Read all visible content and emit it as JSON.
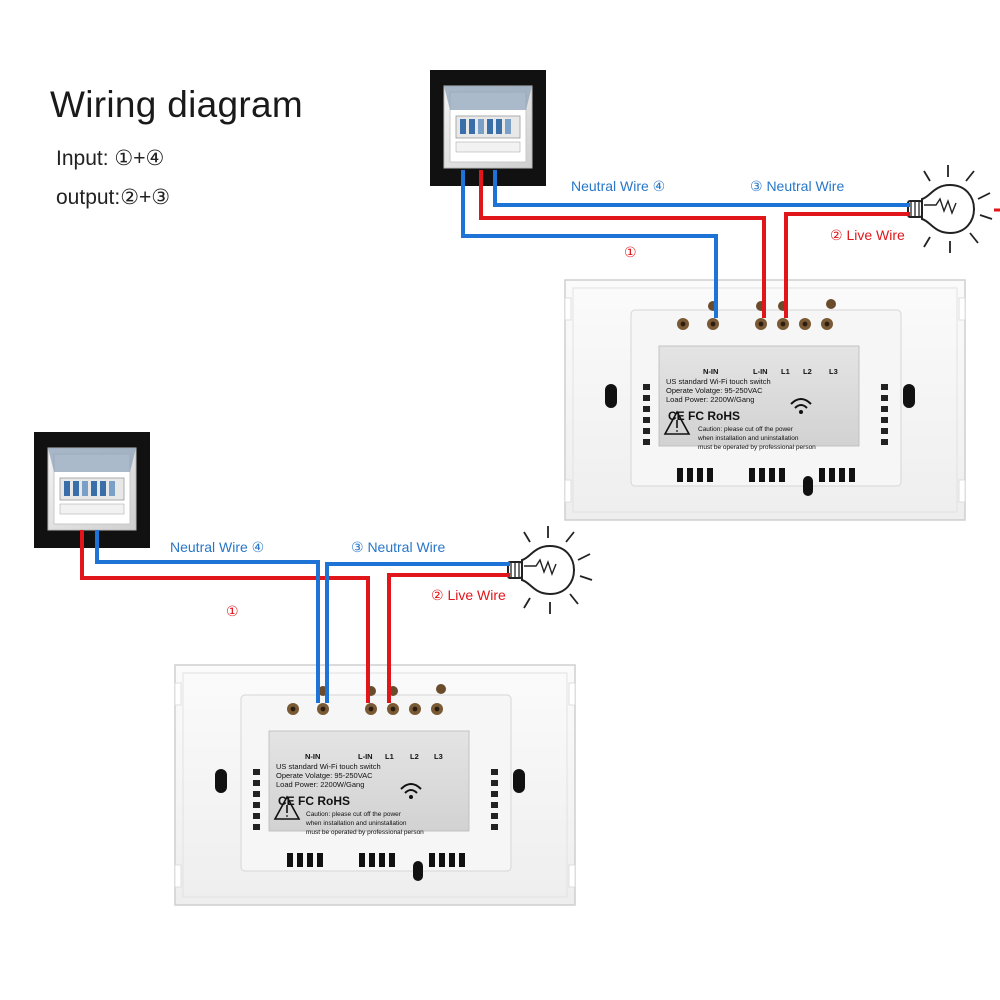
{
  "title": "Wiring diagram",
  "legend": {
    "input": "Input:   ①+④",
    "output": "output:②+③"
  },
  "labels": {
    "neutral_4": "Neutral Wire ④",
    "neutral_3": "③ Neutral Wire",
    "live_2": "② Live Wire",
    "wire_1": "①"
  },
  "terminals": [
    "N-IN",
    "L-IN",
    "L1",
    "L2",
    "L3"
  ],
  "spec": {
    "line1": "US standard Wi-Fi touch switch",
    "line2": "Operate Volatge: 95-250VAC",
    "line3": "Load Power: 2200W/Gang",
    "marks": "CE FC RoHS",
    "caution1": "Caution: please cut off the power",
    "caution2": "when installation and uninstallation",
    "caution3": "must be operated by professional person"
  },
  "colors": {
    "neutral": "#1e73d6",
    "live": "#e0161b",
    "label_blue": "#2877c7",
    "label_red": "#e0161b"
  }
}
